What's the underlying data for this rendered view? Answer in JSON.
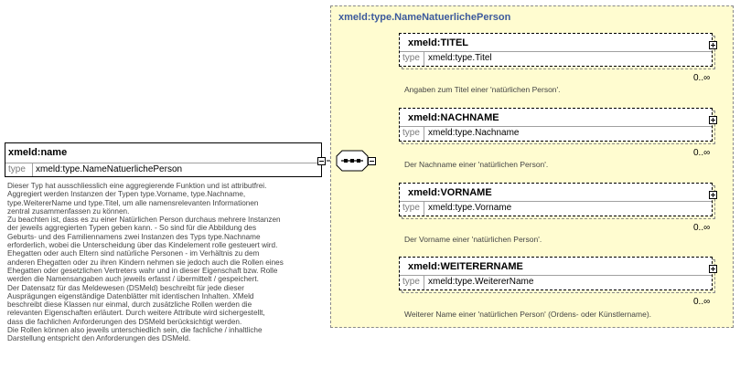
{
  "complex_type": {
    "title": "xmeld:type.NameNatuerlichePerson"
  },
  "root": {
    "name": "xmeld:name",
    "type_label": "type",
    "type_value": "xmeld:type.NameNatuerlichePerson",
    "description_lines": [
      "Dieser Typ hat ausschliesslich eine aggregierende Funktion und ist attributfrei.",
      "Aggregiert werden Instanzen der Typen type.Vorname, type.Nachname,",
      "type.WeitererName und type.Titel, um alle namensrelevanten Informationen",
      "zentral zusammenfassen zu können.",
      "Zu beachten ist, dass es zu einer Natürlichen Person durchaus mehrere Instanzen",
      "der jeweils aggregierten Typen geben kann. - So sind für die Abbildung des",
      "Geburts- und des Familiennamens zwei Instanzen des Typs type.Nachname",
      "erforderlich, wobei die Unterscheidung über das Kindelement rolle gesteuert wird.",
      "Ehegatten oder auch Eltern sind natürliche Personen - im Verhältnis zu dem",
      "anderen Ehegatten oder zu ihren Kindern nehmen sie jedoch auch die Rollen eines",
      "Ehegatten oder gesetzlichen Vertreters wahr und in dieser Eigenschaft bzw. Rolle",
      "werden die Namensangaben auch jeweils erfasst / übermittelt / gespeichert.",
      "Der Datensatz für das Meldewesen (DSMeld) beschreibt für jede dieser",
      "Ausprägungen eigenständige Datenblätter mit identischen Inhalten. XMeld",
      "beschreibt diese Klassen nur einmal, durch zusätzliche Rollen werden die",
      "relevanten Eigenschaften erläutert.  Durch weitere Attribute wird sichergestellt,",
      "dass die fachlichen Anforderungen des DSMeld berücksichtigt werden.",
      "Die Rollen können also jeweils unterschiedlich sein, die fachliche / inhaltliche",
      "Darstellung entspricht den Anforderungen des DSMeld."
    ]
  },
  "elements": [
    {
      "name": "xmeld:TITEL",
      "type_label": "type",
      "type_value": "xmeld:type.Titel",
      "cardinality": "0..∞",
      "description": "Angaben zum Titel einer 'natürlichen Person'."
    },
    {
      "name": "xmeld:NACHNAME",
      "type_label": "type",
      "type_value": "xmeld:type.Nachname",
      "cardinality": "0..∞",
      "description": "Der Nachname einer 'natürlichen Person'."
    },
    {
      "name": "xmeld:VORNAME",
      "type_label": "type",
      "type_value": "xmeld:type.Vorname",
      "cardinality": "0..∞",
      "description": "Der Vorname einer 'natürlichen Person'."
    },
    {
      "name": "xmeld:WEITERERNAME",
      "type_label": "type",
      "type_value": "xmeld:type.WeitererName",
      "cardinality": "0..∞",
      "description": "Weiterer Name einer 'natürlichen Person' (Ordens- oder Künstlername)."
    }
  ],
  "colors": {
    "container_bg": "#fffcd0",
    "title": "#3c5a9c",
    "border": "#8a8a8a"
  },
  "icons": {
    "sequence": "sequence-compositor-icon",
    "expand": "plus-icon",
    "collapse": "minus-icon"
  }
}
